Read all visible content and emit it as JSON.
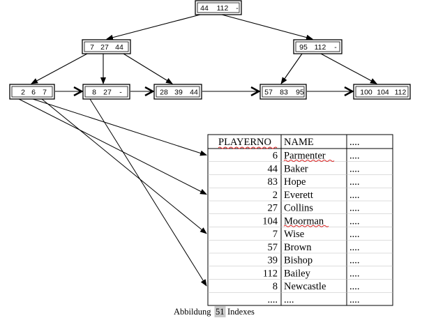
{
  "tree": {
    "root": {
      "id": "root",
      "keys": [
        "44",
        "112",
        "-"
      ]
    },
    "level1": [
      {
        "id": "n-7-27-44",
        "keys": [
          "7",
          "27",
          "44"
        ]
      },
      {
        "id": "n-95-112",
        "keys": [
          "95",
          "112",
          "-"
        ]
      }
    ],
    "leaves": [
      {
        "id": "leaf-2-6-7",
        "keys": [
          "2",
          "6",
          "7"
        ]
      },
      {
        "id": "leaf-8-27",
        "keys": [
          "8",
          "27",
          "-"
        ]
      },
      {
        "id": "leaf-28-39-44",
        "keys": [
          "28",
          "39",
          "44"
        ]
      },
      {
        "id": "leaf-57-83-95",
        "keys": [
          "57",
          "83",
          "95"
        ]
      },
      {
        "id": "leaf-100-104-112",
        "keys": [
          "100",
          "104",
          "112"
        ]
      }
    ]
  },
  "table": {
    "headers": [
      "PLAYERNO",
      "NAME",
      "...."
    ],
    "rows": [
      [
        "6",
        "Parmenter",
        "...."
      ],
      [
        "44",
        "Baker",
        "...."
      ],
      [
        "83",
        "Hope",
        "...."
      ],
      [
        "2",
        "Everett",
        "...."
      ],
      [
        "27",
        "Collins",
        "...."
      ],
      [
        "104",
        "Moorman",
        "...."
      ],
      [
        "7",
        "Wise",
        "...."
      ],
      [
        "57",
        "Brown",
        "...."
      ],
      [
        "39",
        "Bishop",
        "...."
      ],
      [
        "112",
        "Bailey",
        "...."
      ],
      [
        "8",
        "Newcastle",
        "...."
      ],
      [
        "....",
        "....",
        "...."
      ]
    ]
  },
  "caption": {
    "prefix": "Abbildung",
    "number": "51",
    "title": "Indexes"
  }
}
